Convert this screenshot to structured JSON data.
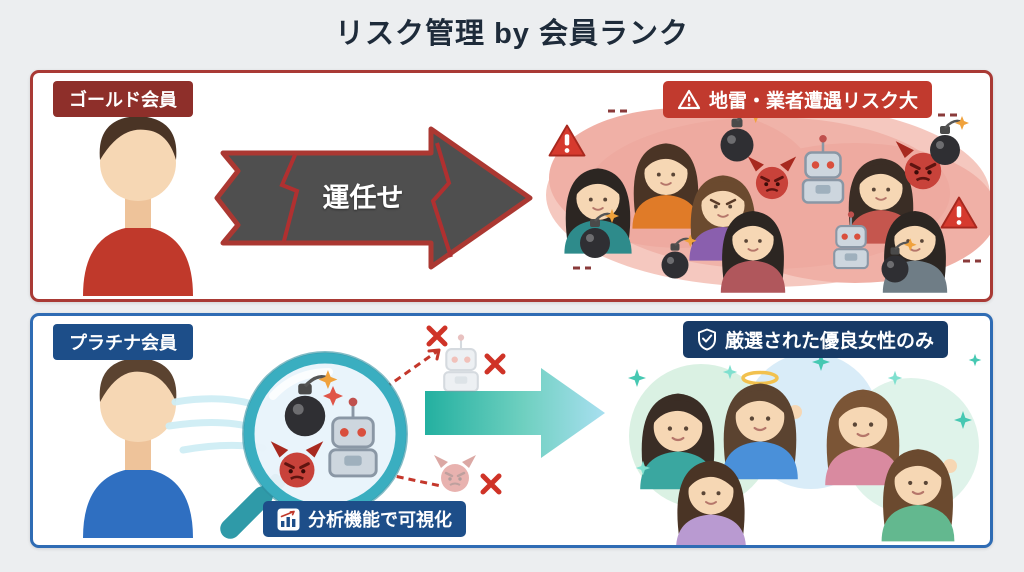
{
  "title": "リスク管理 by 会員ランク",
  "gold": {
    "member_label": "ゴールド会員",
    "arrow_label": "運任せ",
    "risk_label": "地雷・業者遭遇リスク大"
  },
  "platinum": {
    "member_label": "プラチナ会員",
    "result_label": "厳選された優良女性のみ",
    "analysis_label": "分析機能で可視化"
  },
  "icons": {
    "risk_badge_icon": "warning-triangle",
    "result_badge_icon": "shield-check",
    "analysis_badge_icon": "bar-chart",
    "cluster_icons": [
      "bomb",
      "robot",
      "devil",
      "warning-triangle"
    ],
    "platinum_icons": [
      "magnifier",
      "x-mark",
      "sparkle",
      "halo"
    ]
  },
  "colors": {
    "background": "#eceef0",
    "title_text": "#1e2b3a",
    "gold_border": "#a93a35",
    "gold_tag_bg": "#8e2f2a",
    "risk_badge_bg": "#c13a2e",
    "luck_arrow_fill": "#4f4f4f",
    "luck_arrow_stroke": "#ab3832",
    "risk_blob": "#f0b0a6",
    "platinum_border": "#2f6cb4",
    "platinum_tag_bg": "#1d4e89",
    "shield_badge_bg": "#173a66",
    "analysis_badge_bg": "#1d4e89",
    "magnifier_rim": "#3aaec0",
    "clean_arrow_start": "#23b0a0",
    "clean_arrow_end": "#a8dff0"
  }
}
